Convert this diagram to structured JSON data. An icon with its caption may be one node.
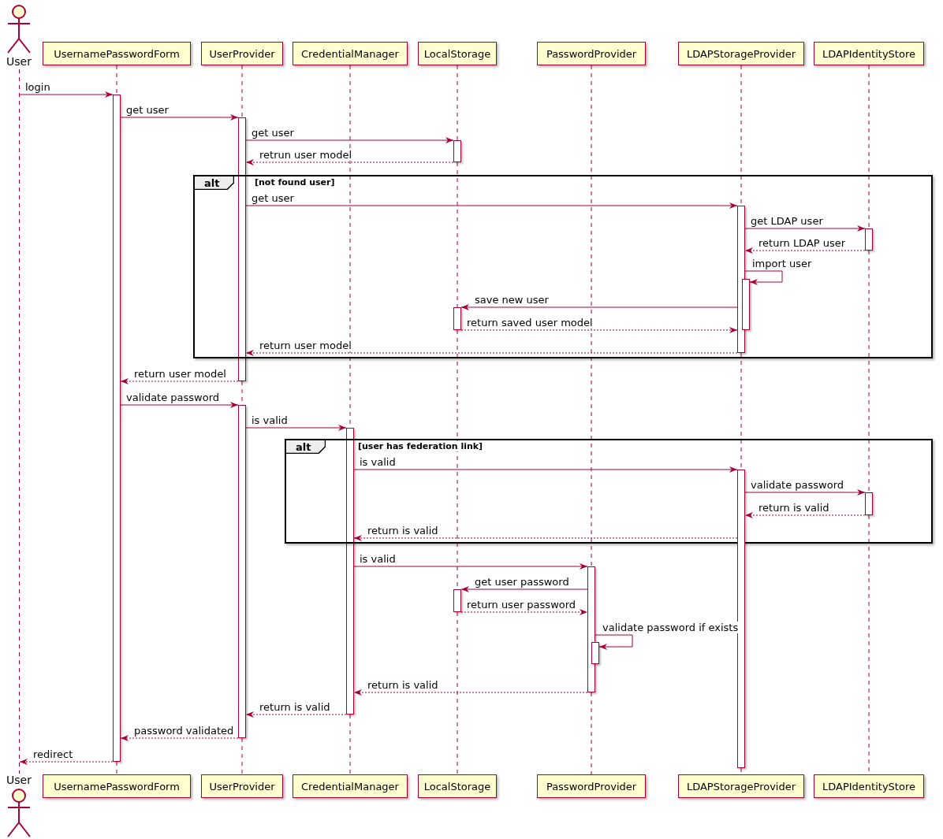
{
  "diagram": {
    "nodes": [
      {
        "text": [
          "User"
        ]
      },
      {
        "text": [
          "UsernamePasswordForm"
        ]
      },
      {
        "text": [
          "UserProvider"
        ]
      },
      {
        "text": [
          "CredentialManager"
        ]
      },
      {
        "text": [
          "LocalStorage"
        ]
      },
      {
        "text": [
          "PasswordProvider"
        ]
      },
      {
        "text": [
          "LDAPStorageProvider"
        ]
      },
      {
        "text": [
          "LDAPIdentityStore"
        ]
      },
      {
        "text": [],
        "shape": "line"
      },
      {
        "text": [],
        "shape": "bar"
      },
      {
        "text": [],
        "shape": "bar"
      },
      {
        "text": [],
        "shape": "bar"
      },
      {
        "text": [
          "alt",
          "[not found user]"
        ]
      },
      {
        "text": [],
        "shape": "bar",
        "in": 12
      },
      {
        "text": [],
        "shape": "bar",
        "in": 12
      },
      {
        "text": [],
        "shape": "bar",
        "in": 12
      },
      {
        "text": [],
        "shape": "bar",
        "in": 12
      },
      {
        "text": [],
        "shape": "bar"
      },
      {
        "text": [],
        "shape": "bar"
      },
      {
        "text": [
          "alt",
          "[user has federation link]"
        ]
      },
      {
        "text": [],
        "shape": "bar"
      },
      {
        "text": [],
        "shape": "bar",
        "in": 19
      },
      {
        "text": [],
        "shape": "bar"
      },
      {
        "text": [],
        "shape": "bar"
      },
      {
        "text": [],
        "shape": "bar"
      },
      {
        "text": [
          "User"
        ]
      },
      {
        "text": [
          "UsernamePasswordForm"
        ]
      },
      {
        "text": [
          "UserProvider"
        ]
      },
      {
        "text": [
          "CredentialManager"
        ]
      },
      {
        "text": [
          "LocalStorage"
        ]
      },
      {
        "text": [
          "PasswordProvider"
        ]
      },
      {
        "text": [
          "LDAPStorageProvider"
        ]
      },
      {
        "text": [
          "LDAPIdentityStore"
        ]
      }
    ],
    "edges": [
      {
        "from": 8,
        "to": 9,
        "arrow": "to",
        "label": "login"
      },
      {
        "from": 9,
        "to": 10,
        "arrow": "to",
        "label": "get user"
      },
      {
        "from": 10,
        "to": 11,
        "arrow": "to",
        "label": "get user"
      },
      {
        "from": 11,
        "to": 10,
        "arrow": "to",
        "label": "retrun user model",
        "style": "dashed"
      },
      {
        "from": 10,
        "to": 13,
        "arrow": "to",
        "label": "get user"
      },
      {
        "from": 13,
        "to": 14,
        "arrow": "to",
        "label": "get LDAP user"
      },
      {
        "from": 14,
        "to": 13,
        "arrow": "to",
        "label": "return LDAP user",
        "style": "dashed"
      },
      {
        "from": 13,
        "to": 15,
        "arrow": "to",
        "label": "import user"
      },
      {
        "from": 13,
        "to": 16,
        "arrow": "to",
        "label": "save new user"
      },
      {
        "from": 16,
        "to": 13,
        "arrow": "to",
        "label": "return saved user model",
        "style": "dashed"
      },
      {
        "from": 13,
        "to": 10,
        "arrow": "to",
        "label": "return user model",
        "style": "dashed"
      },
      {
        "from": 10,
        "to": 9,
        "arrow": "to",
        "label": "return user model",
        "style": "dashed"
      },
      {
        "from": 9,
        "to": 17,
        "arrow": "to",
        "label": "validate password"
      },
      {
        "from": 17,
        "to": 18,
        "arrow": "to",
        "label": "is valid"
      },
      {
        "from": 18,
        "to": 20,
        "arrow": "to",
        "label": "is valid"
      },
      {
        "from": 20,
        "to": 21,
        "arrow": "to",
        "label": "validate password"
      },
      {
        "from": 21,
        "to": 20,
        "arrow": "to",
        "label": "return is valid",
        "style": "dashed"
      },
      {
        "from": 20,
        "to": 18,
        "arrow": "to",
        "label": "return is valid",
        "style": "dashed"
      },
      {
        "from": 18,
        "to": 22,
        "arrow": "to",
        "label": "is valid"
      },
      {
        "from": 22,
        "to": 23,
        "arrow": "to",
        "label": "get user password"
      },
      {
        "from": 23,
        "to": 22,
        "arrow": "to",
        "label": "return user password",
        "style": "dashed"
      },
      {
        "from": 22,
        "to": 24,
        "arrow": "to",
        "label": "validate password if exists"
      },
      {
        "from": 22,
        "to": 18,
        "arrow": "to",
        "label": "return is valid",
        "style": "dashed"
      },
      {
        "from": 18,
        "to": 17,
        "arrow": "to",
        "label": "return is valid",
        "style": "dashed"
      },
      {
        "from": 17,
        "to": 9,
        "arrow": "to",
        "label": "password validated",
        "style": "dashed"
      },
      {
        "from": 9,
        "to": 8,
        "arrow": "to",
        "label": "redirect",
        "style": "dashed"
      },
      {
        "from": 1,
        "to": 9,
        "arrow": "none",
        "style": "dashed"
      },
      {
        "from": 9,
        "to": 26,
        "arrow": "none",
        "style": "dashed"
      },
      {
        "from": 2,
        "to": 10,
        "arrow": "none",
        "style": "dashed"
      },
      {
        "from": 10,
        "to": 17,
        "arrow": "none",
        "style": "dashed"
      },
      {
        "from": 17,
        "to": 27,
        "arrow": "none",
        "style": "dashed"
      },
      {
        "from": 3,
        "to": 18,
        "arrow": "none",
        "style": "dashed"
      },
      {
        "from": 18,
        "to": 28,
        "arrow": "none",
        "style": "dashed"
      },
      {
        "from": 4,
        "to": 11,
        "arrow": "none",
        "style": "dashed"
      },
      {
        "from": 11,
        "to": 16,
        "arrow": "none",
        "style": "dashed"
      },
      {
        "from": 16,
        "to": 23,
        "arrow": "none",
        "style": "dashed"
      },
      {
        "from": 23,
        "to": 29,
        "arrow": "none",
        "style": "dashed"
      },
      {
        "from": 5,
        "to": 22,
        "arrow": "none",
        "style": "dashed"
      },
      {
        "from": 22,
        "to": 30,
        "arrow": "none",
        "style": "dashed"
      },
      {
        "from": 6,
        "to": 13,
        "arrow": "none",
        "style": "dashed"
      },
      {
        "from": 13,
        "to": 20,
        "arrow": "none",
        "style": "dashed"
      },
      {
        "from": 20,
        "to": 31,
        "arrow": "none",
        "style": "dashed"
      },
      {
        "from": 7,
        "to": 14,
        "arrow": "none",
        "style": "dashed"
      },
      {
        "from": 14,
        "to": 21,
        "arrow": "none",
        "style": "dashed"
      },
      {
        "from": 21,
        "to": 32,
        "arrow": "none",
        "style": "dashed"
      }
    ]
  }
}
